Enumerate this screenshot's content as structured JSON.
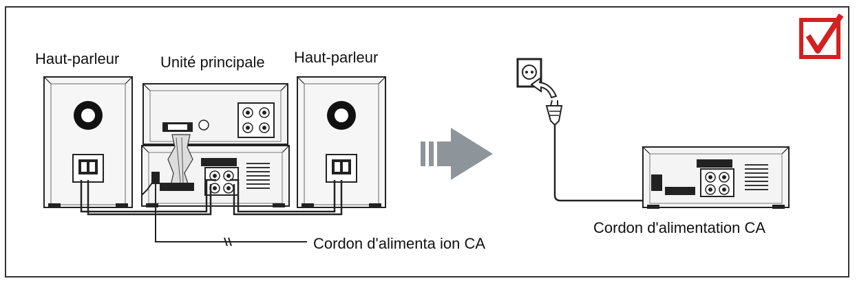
{
  "diagram": {
    "left_speaker_label": "Haut-parleur",
    "main_unit_label": "Unité principale",
    "right_speaker_label": "Haut-parleur",
    "left_cord_label": "Cordon d'alimenta ion CA",
    "right_cord_label": "Cordon d'alimentation CA"
  },
  "checkbox": {
    "checked": true,
    "icon": "checkmark-icon",
    "color": "#d32020"
  },
  "colors": {
    "line": "#222222",
    "panel": "#f4f4f4",
    "arrow": "#8e959a"
  }
}
